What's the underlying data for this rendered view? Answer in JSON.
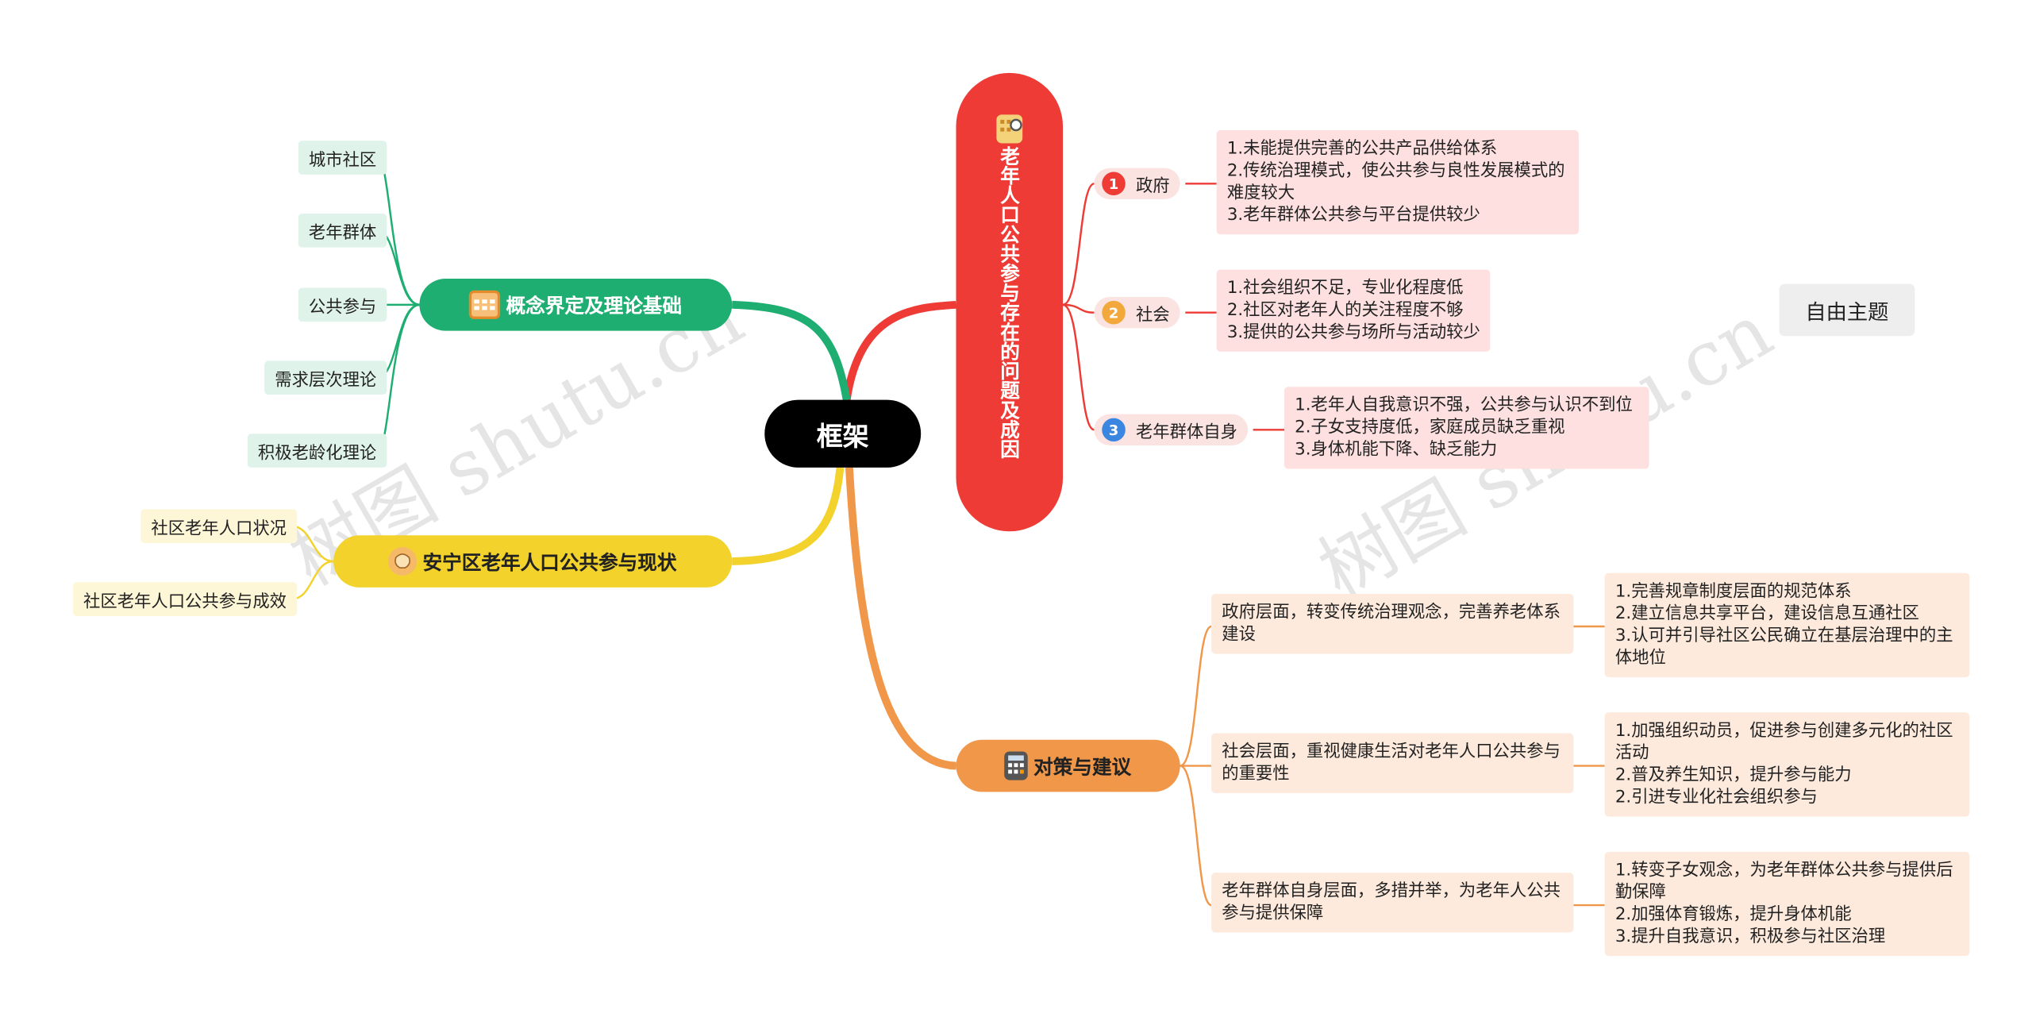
{
  "root": {
    "label": "框架"
  },
  "watermark": "树图 shutu.cn",
  "free_topic": "自由主题",
  "branches": {
    "concepts": {
      "label": "概念界定及理论基础",
      "icon": "calendar-icon",
      "color": "#1fae72",
      "children": [
        "城市社区",
        "老年群体",
        "公共参与",
        "需求层次理论",
        "积极老龄化理论"
      ]
    },
    "status": {
      "label": "安宁区老年人口公共参与现状",
      "icon": "brain-icon",
      "color": "#f2d22b",
      "children": [
        "社区老年人口状况",
        "社区老年人口公共参与成效"
      ]
    },
    "causes": {
      "label": "老年人口公共参与存在的问题及成因",
      "icon": "building-search-icon",
      "color": "#ee3b36",
      "items": [
        {
          "num": "1",
          "label": "政府",
          "color": "#ee3b36",
          "details": [
            "1.未能提供完善的公共产品供给体系",
            "2.传统治理模式，使公共参与良性发展模式的",
            "难度较大",
            "3.老年群体公共参与平台提供较少"
          ]
        },
        {
          "num": "2",
          "label": "社会",
          "color": "#f2a83b",
          "details": [
            "1.社会组织不足，专业化程度低",
            "2.社区对老年人的关注程度不够",
            "3.提供的公共参与场所与活动较少"
          ]
        },
        {
          "num": "3",
          "label": "老年群体自身",
          "color": "#3b86e0",
          "details": [
            "1.老年人自我意识不强，公共参与认识不到位",
            "2.子女支持度低，家庭成员缺乏重视",
            "3.身体机能下降、缺乏能力"
          ]
        }
      ]
    },
    "measures": {
      "label": "对策与建议",
      "icon": "calculator-icon",
      "color": "#f0974a",
      "items": [
        {
          "label": [
            "政府层面，转变传统治理观念，完善养老体系",
            "建设"
          ],
          "details": [
            "1.完善规章制度层面的规范体系",
            "2.建立信息共享平台，建设信息互通社区",
            "3.认可并引导社区公民确立在基层治理中的主",
            "体地位"
          ]
        },
        {
          "label": [
            "社会层面，重视健康生活对老年人口公共参与",
            "的重要性"
          ],
          "details": [
            "1.加强组织动员，促进参与创建多元化的社区",
            "活动",
            "2.普及养生知识，提升参与能力",
            "2.引进专业化社会组织参与"
          ]
        },
        {
          "label": [
            "老年群体自身层面，多措并举，为老年人公共",
            "参与提供保障"
          ],
          "details": [
            "1.转变子女观念，为老年群体公共参与提供后",
            "勤保障",
            "2.加强体育锻炼，提升身体机能",
            "3.提升自我意识，积极参与社区治理"
          ]
        }
      ]
    }
  }
}
